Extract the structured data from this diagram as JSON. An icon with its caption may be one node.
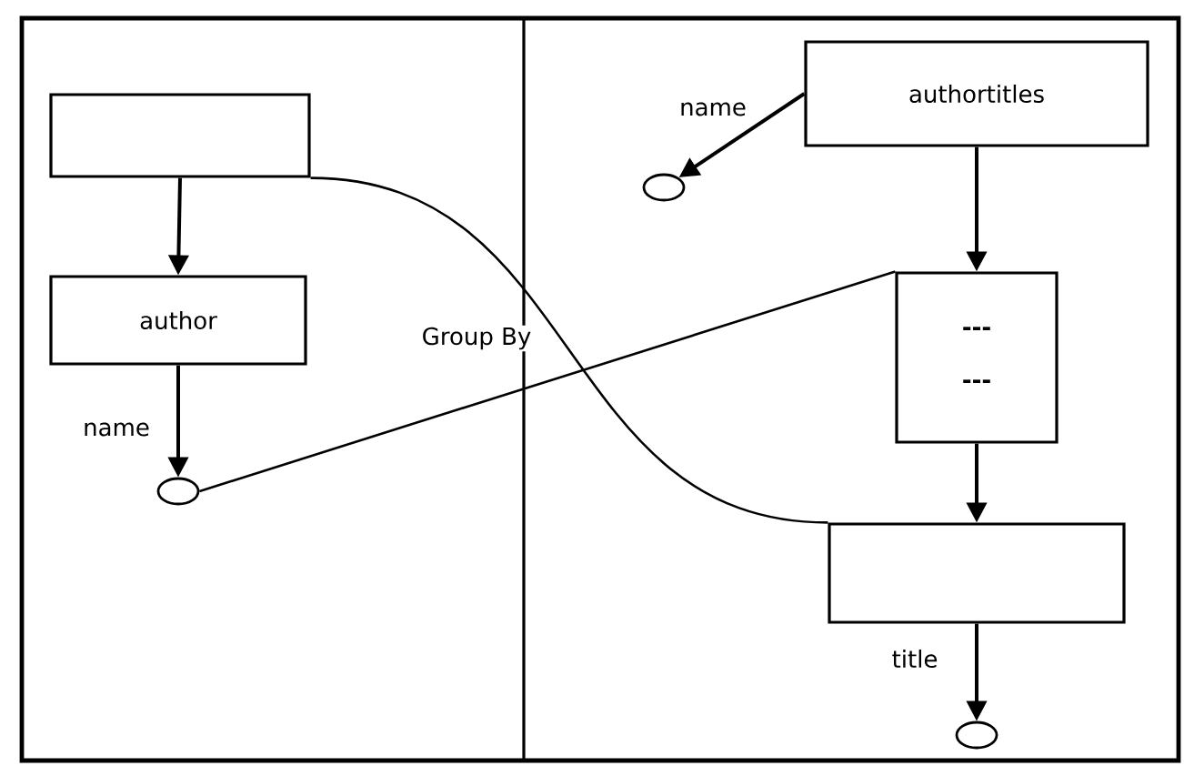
{
  "diagram": {
    "nodes": [
      {
        "text": [],
        "shape": "box"
      },
      {
        "text": [
          "author"
        ]
      },
      {
        "text": [],
        "shape": "circle"
      },
      {
        "text": [
          "authortitles"
        ]
      },
      {
        "text": [],
        "shape": "circle"
      },
      {
        "text": [
          "---",
          "---"
        ]
      },
      {
        "text": [],
        "shape": "box"
      },
      {
        "text": [],
        "shape": "circle"
      }
    ],
    "edges": [
      {
        "from": 0,
        "to": 1,
        "arrow": "to"
      },
      {
        "from": 1,
        "to": 2,
        "arrow": "to",
        "label": "name"
      },
      {
        "from": 3,
        "to": 4,
        "arrow": "to",
        "label": "name"
      },
      {
        "from": 3,
        "to": 5,
        "arrow": "to"
      },
      {
        "from": 5,
        "to": 6,
        "arrow": "to"
      },
      {
        "from": 6,
        "to": 7,
        "arrow": "to",
        "label": "title"
      },
      {
        "from": 0,
        "to": 6,
        "arrow": "none"
      },
      {
        "from": 2,
        "to": 5,
        "arrow": "none"
      }
    ],
    "labels": [
      "Group By"
    ]
  }
}
